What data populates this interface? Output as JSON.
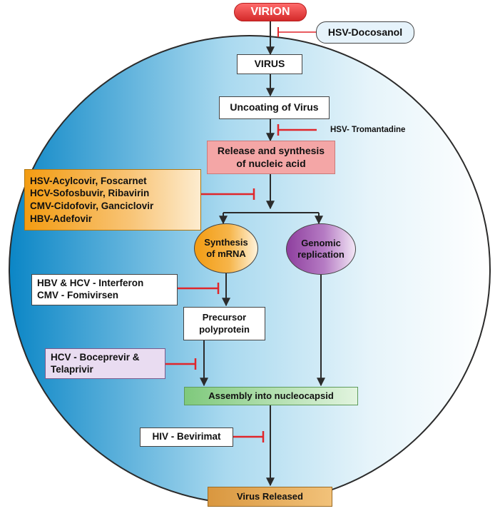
{
  "nodes": {
    "virion": "VIRION",
    "virus": "VIRUS",
    "uncoating": "Uncoating of Virus",
    "release": "Release and synthesis\nof nucleic acid",
    "mrna": "Synthesis\nof mRNA",
    "genomic": "Genomic\nreplication",
    "precursor": "Precursor\npolyprotein",
    "assembly": "Assembly into nucleocapsid",
    "released": "Virus Released"
  },
  "drugs": {
    "docosanol": "HSV-Docosanol",
    "tromantadine": "HSV- Tromantadine",
    "nucleic_inhibitors": "HSV-Acylcovir, Foscarnet\nHCV-Sofosbuvir, Ribavirin\nCMV-Cidofovir, Ganciclovir\nHBV-Adefovir",
    "interferon": "HBV & HCV - Interferon\nCMV - Fomivirsen",
    "protease": "HCV - Boceprevir &\nTelaprivir",
    "bevirimat": "HIV - Bevirimat"
  },
  "colors": {
    "arrow": "#2b2b2b",
    "inhibitor": "#e0262b",
    "cell_dark": "#0b86c6",
    "cell_light": "#eef8fc",
    "virion_fill": "#e53b3b",
    "release_fill": "#f4a6a6",
    "orange": "#f39c12",
    "purple": "#8e3f9e",
    "assembly_fill": "#8fd08c",
    "released_fill": "#d9973f"
  }
}
